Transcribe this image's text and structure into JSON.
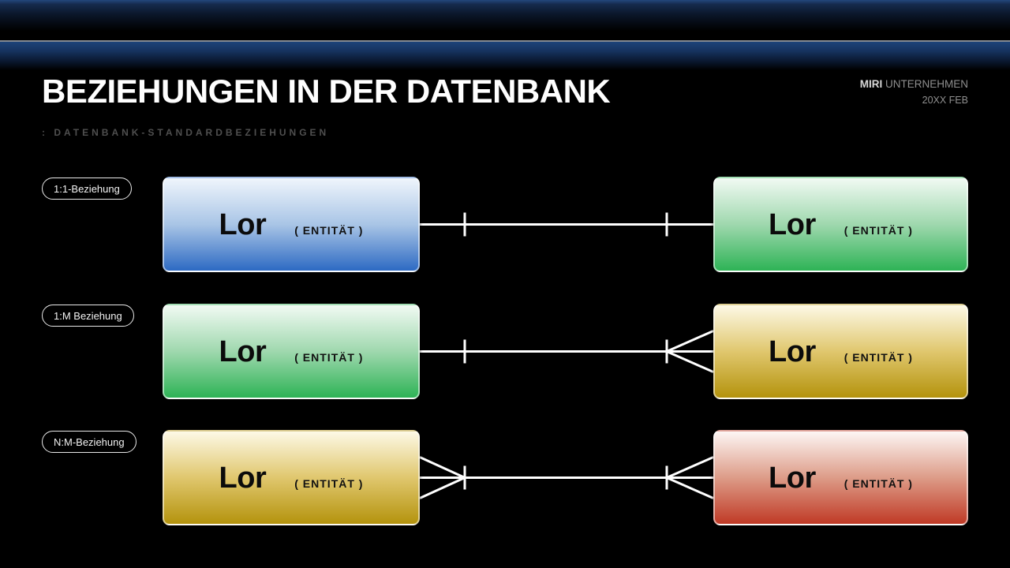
{
  "slide": {
    "title": "BEZIEHUNGEN IN DER DATENBANK",
    "subtitle": ": DATENBANK-STANDARDBEZIEHUNGEN",
    "brand": {
      "name": "MIRI",
      "org": "UNTERNEHMEN",
      "date": "20XX FEB"
    }
  },
  "colors": {
    "connector": "#ffffff",
    "divider_line": "#848a92",
    "header_band_blue": "#16335f",
    "entities": {
      "blue": [
        "#eff5fc",
        "#a9c5e6",
        "#2d6ac3"
      ],
      "green": [
        "#f1faf3",
        "#9fd8ae",
        "#2eb356"
      ],
      "gold": [
        "#fdf9e6",
        "#e0c76e",
        "#b4930d"
      ],
      "red": [
        "#fdf6f4",
        "#dd9c88",
        "#c03a26"
      ]
    }
  },
  "rows": [
    {
      "label": "1:1-Beziehung",
      "left": {
        "title": "Lor",
        "subtitle": "( ENTITÄT )",
        "color": "blue"
      },
      "right": {
        "title": "Lor",
        "subtitle": "( ENTITÄT )",
        "color": "green"
      },
      "cardinality": {
        "left": "one",
        "right": "one"
      }
    },
    {
      "label": "1:M Beziehung",
      "left": {
        "title": "Lor",
        "subtitle": "( ENTITÄT )",
        "color": "green"
      },
      "right": {
        "title": "Lor",
        "subtitle": "( ENTITÄT )",
        "color": "gold"
      },
      "cardinality": {
        "left": "one",
        "right": "many"
      }
    },
    {
      "label": "N:M-Beziehung",
      "left": {
        "title": "Lor",
        "subtitle": "( ENTITÄT )",
        "color": "gold"
      },
      "right": {
        "title": "Lor",
        "subtitle": "( ENTITÄT )",
        "color": "red"
      },
      "cardinality": {
        "left": "many",
        "right": "many"
      }
    }
  ]
}
